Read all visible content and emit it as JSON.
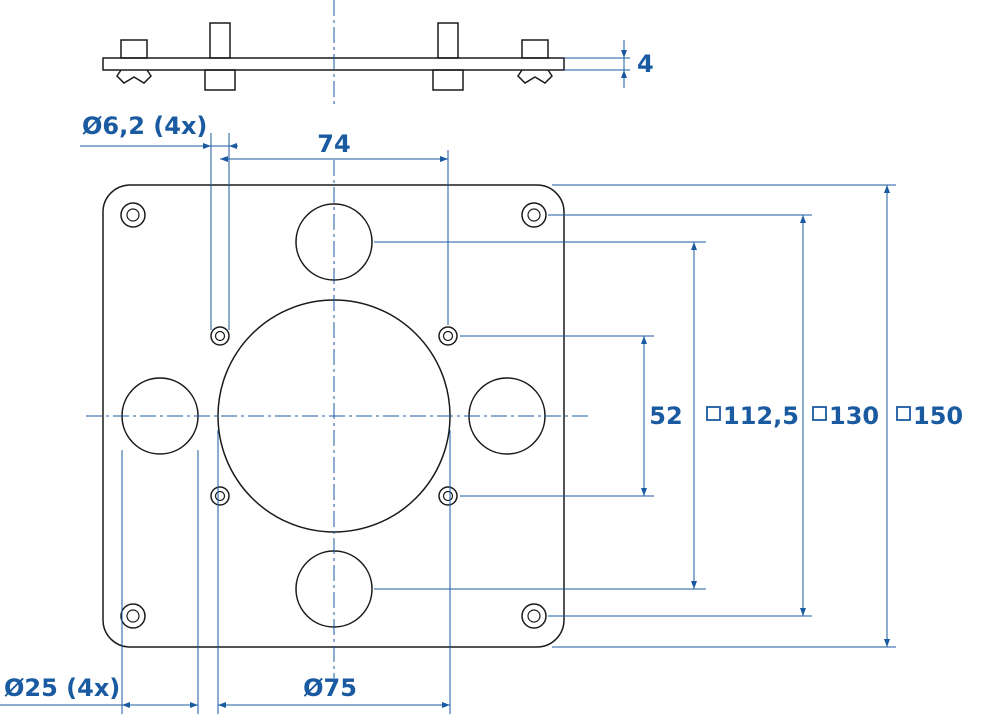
{
  "colors": {
    "dimension": "#1a5aa0",
    "part": "#1a1a1a"
  },
  "dimensions": {
    "thickness": "4",
    "small_hole_dia": "Ø6,2 (4x)",
    "hole_spacing_x": "74",
    "hole_spacing_y": "52",
    "square_1": "112,5",
    "square_2": "130",
    "square_3": "150",
    "large_hole_dia": "Ø25 (4x)",
    "center_hole_dia": "Ø75"
  }
}
